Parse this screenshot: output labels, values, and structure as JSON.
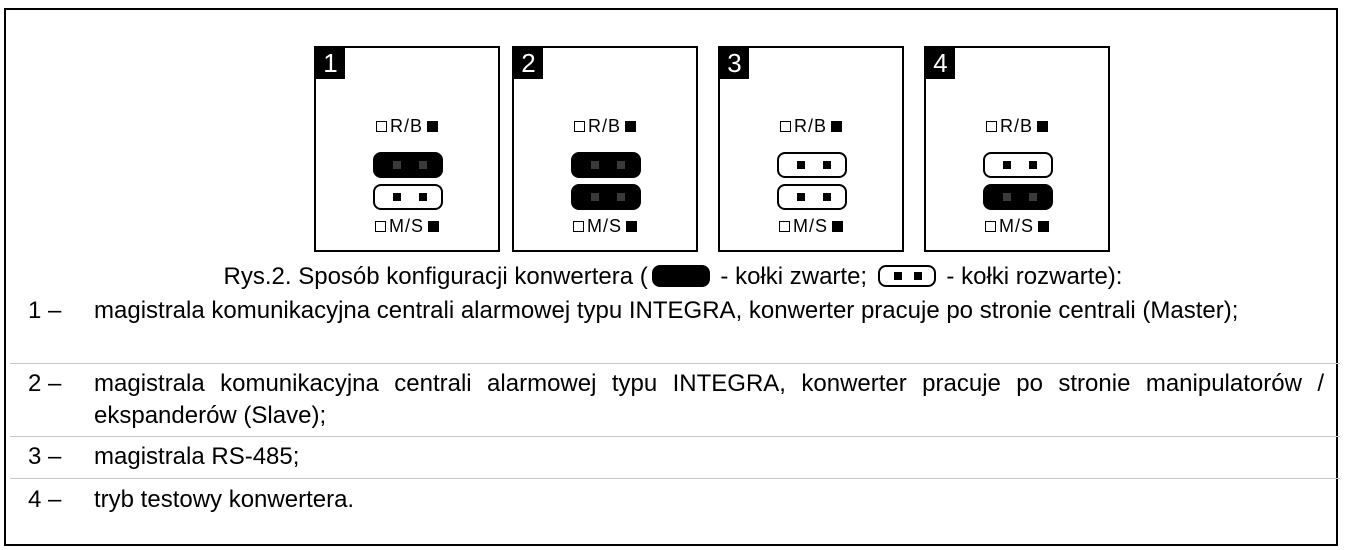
{
  "panels": [
    {
      "number": "1",
      "top_label": "R/B",
      "bottom_label": "M/S",
      "top_jumper": "closed",
      "bottom_jumper": "open"
    },
    {
      "number": "2",
      "top_label": "R/B",
      "bottom_label": "M/S",
      "top_jumper": "closed",
      "bottom_jumper": "closed"
    },
    {
      "number": "3",
      "top_label": "R/B",
      "bottom_label": "M/S",
      "top_jumper": "open",
      "bottom_jumper": "open"
    },
    {
      "number": "4",
      "top_label": "R/B",
      "bottom_label": "M/S",
      "top_jumper": "open",
      "bottom_jumper": "closed"
    }
  ],
  "caption": {
    "prefix": "Rys.2. Sposób konfiguracji konwertera (",
    "closed_text": " - kołki zwarte; ",
    "open_text": " - kołki rozwarte):"
  },
  "items": [
    {
      "number": "1 –",
      "text": "magistrala komunikacyjna centrali alarmowej typu INTEGRA, konwerter pracuje po stronie centrali (Master);"
    },
    {
      "number": "2 –",
      "text": "magistrala komunikacyjna centrali alarmowej typu INTEGRA, konwerter pracuje po stronie manipulatorów / ekspanderów (Slave);"
    },
    {
      "number": "3 –",
      "text": "magistrala RS-485;"
    },
    {
      "number": "4 –",
      "text": "tryb testowy konwertera."
    }
  ]
}
